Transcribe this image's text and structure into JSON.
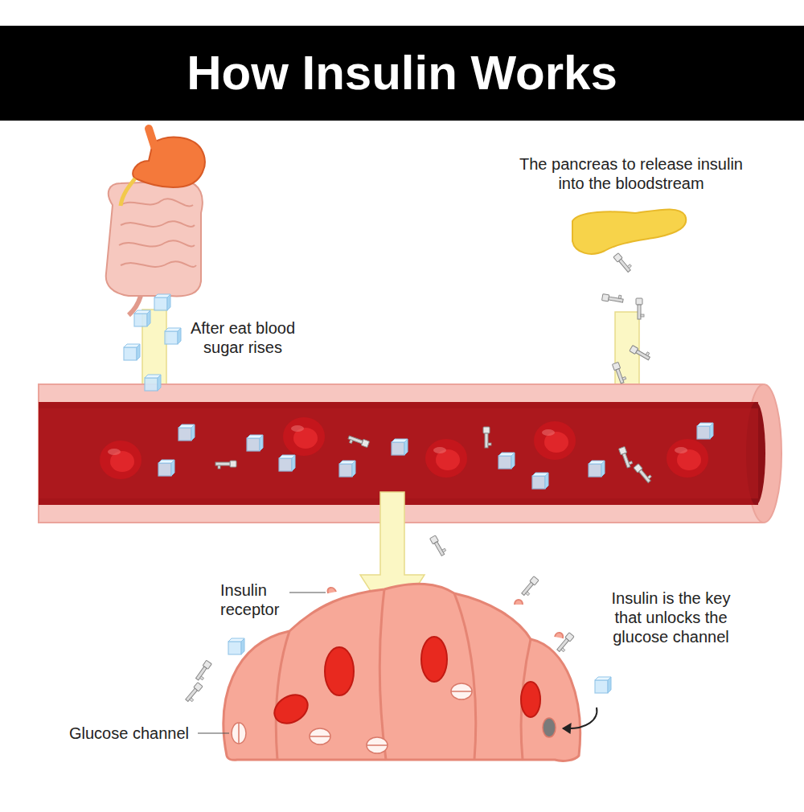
{
  "diagram": {
    "title": "How Insulin Works",
    "labels": [
      "After eat blood sugar rises",
      "The pancreas to release insulin into the bloodstream",
      "Insulin receptor",
      "Insulin is the key that unlocks the glucose channel",
      "Glucose channel"
    ]
  }
}
